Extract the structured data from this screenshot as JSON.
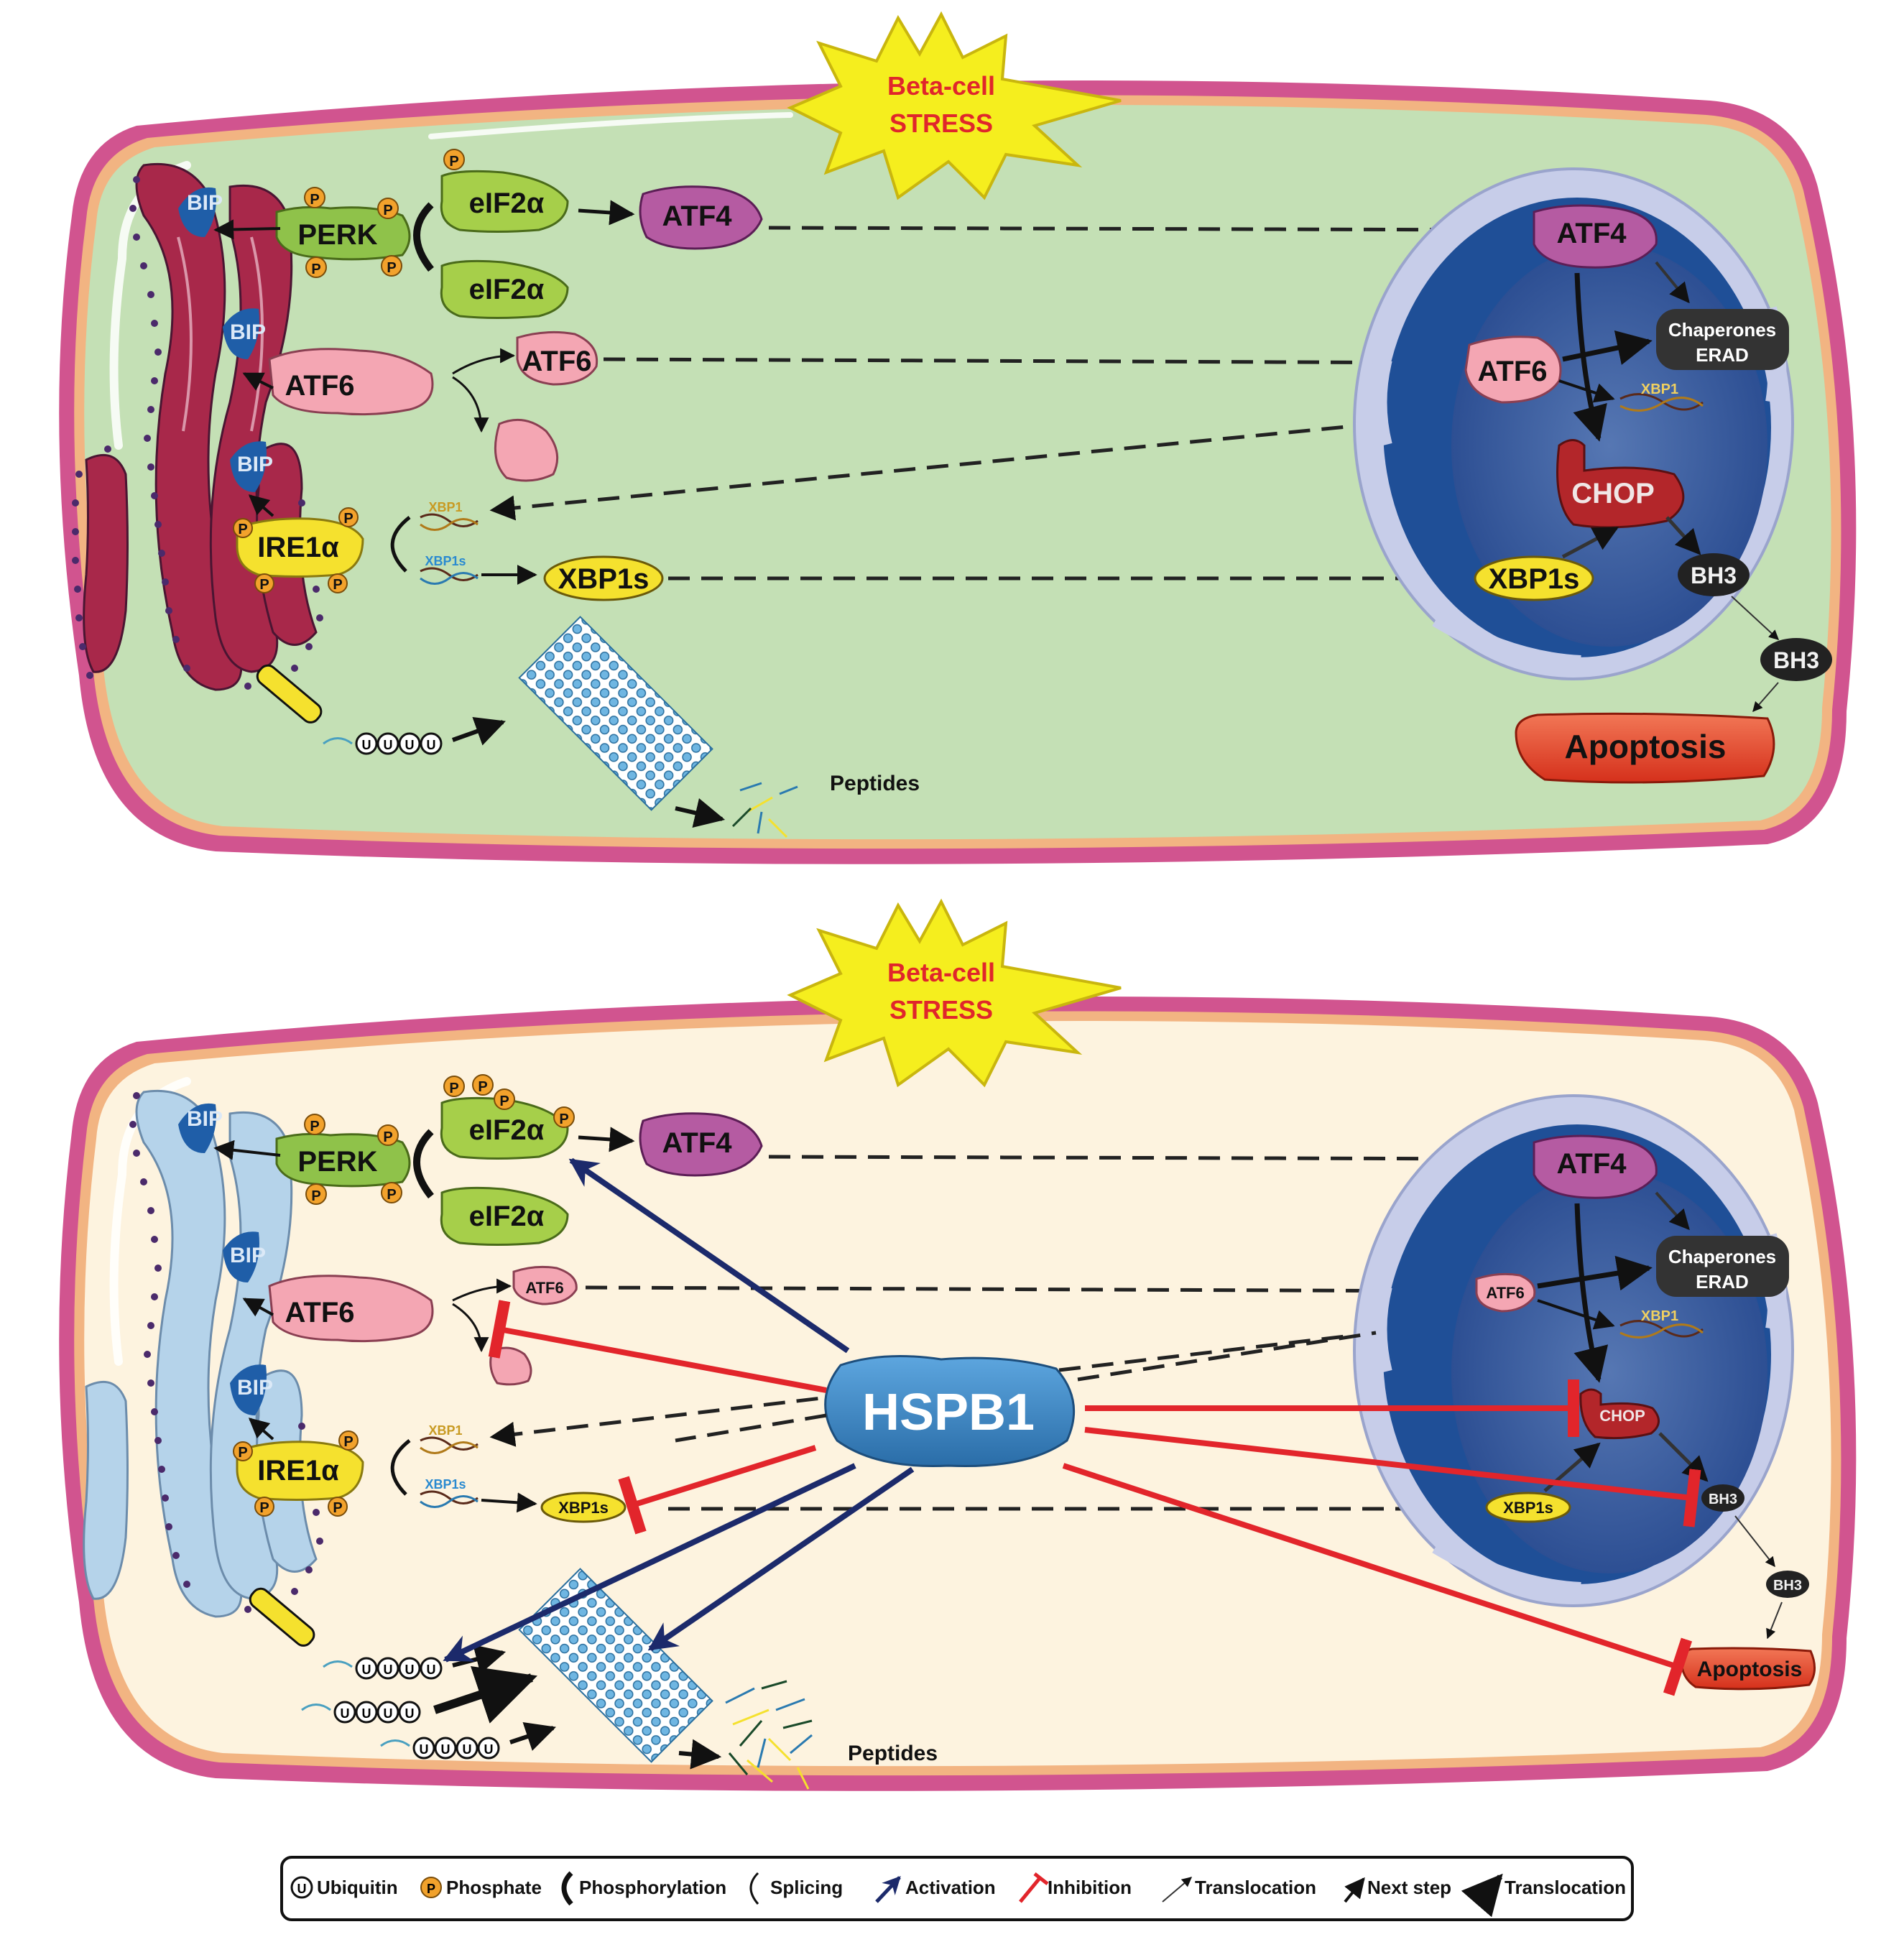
{
  "stress_top": {
    "line1": "Beta-cell",
    "line2": "STRESS"
  },
  "stress_bottom": {
    "line1": "Beta-cell",
    "line2": "STRESS"
  },
  "labels": {
    "bip": "BIP",
    "perk": "PERK",
    "eif2a": "eIF2α",
    "atf4": "ATF4",
    "atf6": "ATF6",
    "ire1a": "IRE1α",
    "xbp1": "XBP1",
    "xbp1s": "XBP1s",
    "chop": "CHOP",
    "bh3": "BH3",
    "chaperones": "Chaperones",
    "erad": "ERAD",
    "apoptosis": "Apoptosis",
    "peptides": "Peptides",
    "phosphate_symbol": "P",
    "ubiquitin_symbol": "U",
    "hspb1": "HSPB1"
  },
  "legend": {
    "ubiquitin": "Ubiquitin",
    "phosphate": "Phosphate",
    "phosphorylation": "Phosphorylation",
    "splicing": "Splicing",
    "activation": "Activation",
    "inhibition": "Inhibition",
    "translocation_thin": "Translocation",
    "next_step": "Next step",
    "translocation_thick": "Translocation"
  },
  "colors": {
    "membrane": "#d1548f",
    "membrane_inner": "#f2b482",
    "cytoplasm_top": "#c4e0b5",
    "cytoplasm_bottom": "#fdf3df",
    "er_top": "#a8284a",
    "er_bottom": "#b5d3ea",
    "nucleus": "#3e66a8",
    "stress_star": "#f5ee1e",
    "stress_text": "#e0262b",
    "activation": "#1c2a6b",
    "inhibition": "#e2252b",
    "hspb1": "#3d8bc9"
  },
  "icons": [
    "ubiquitin-icon",
    "phosphate-icon",
    "proteasome-icon",
    "peptide-fragments-icon",
    "dna-icon",
    "stress-star-icon"
  ]
}
